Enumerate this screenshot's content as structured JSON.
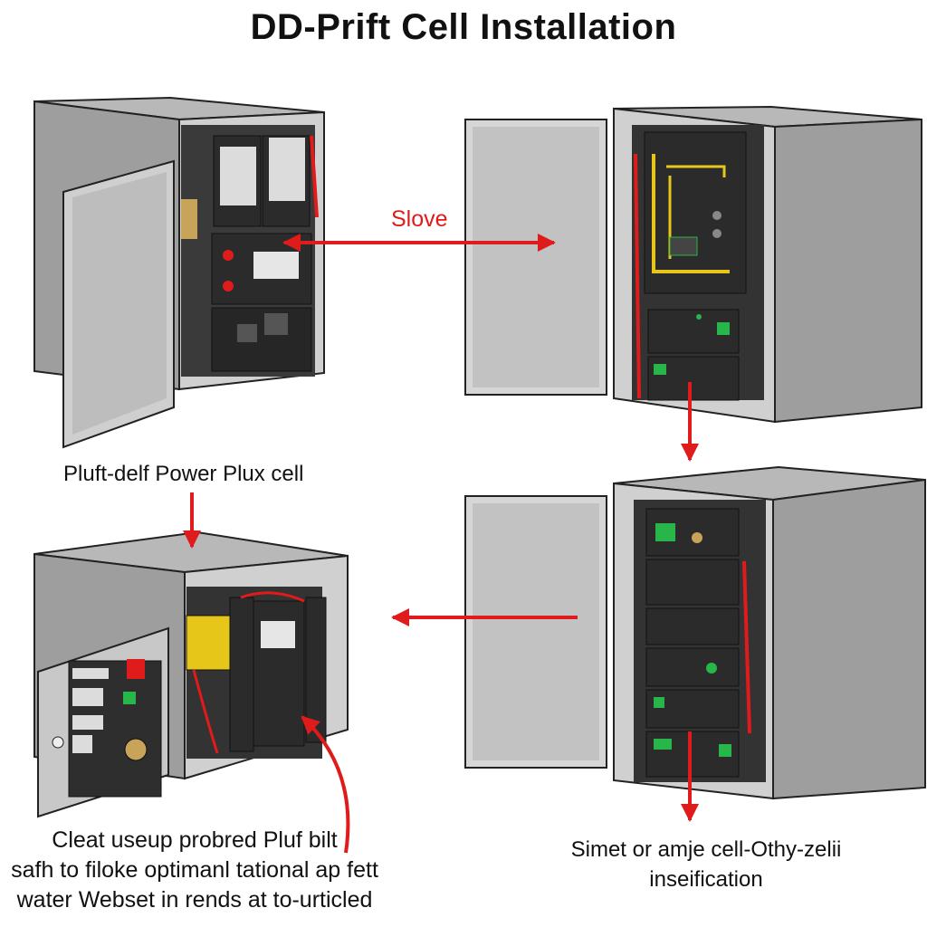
{
  "title": "DD-Prift Cell Installation",
  "arrow_label": "Slove",
  "captions": {
    "top_left": "Pluft-delf Power Plux cell",
    "bottom_left": [
      "Cleat useup probred Pluf bilt",
      "safh to filoke optimanl tational ap fett",
      "water Webset in rends at to-urticled"
    ],
    "bottom_right": [
      "Simet or amje cell-Othy-zelii",
      "inseification"
    ]
  },
  "colors": {
    "arrow": "#e01b1b",
    "cabinet_front": "#c9c9c9",
    "cabinet_side": "#9e9e9e",
    "cabinet_top": "#b8b8b8",
    "interior": "#2b2b2b",
    "wire_yellow": "#e6c619",
    "indicator_green": "#28b54a"
  }
}
